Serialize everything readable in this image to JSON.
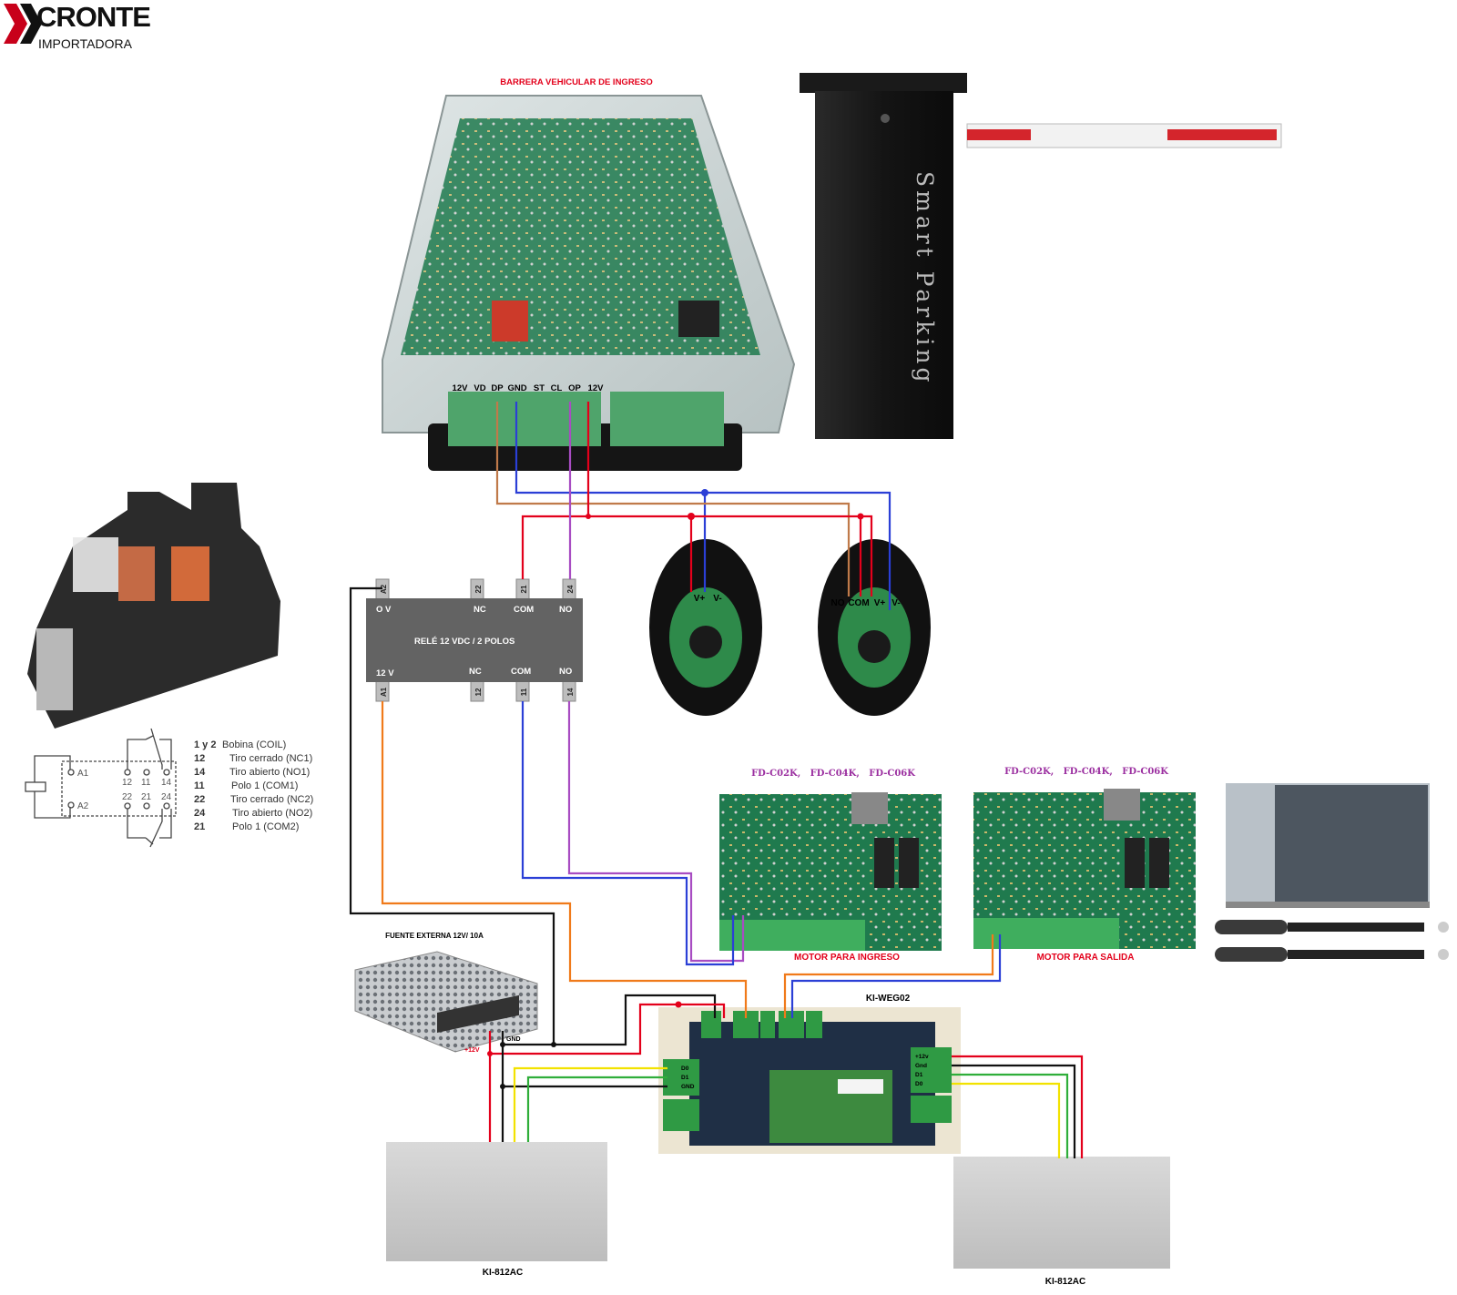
{
  "logo": {
    "brand": "CRONTE",
    "sub": "IMPORTADORA"
  },
  "barrier": {
    "title": "BARRERA VEHICULAR DE INGRESO",
    "cabinet_text": "Smart Parking",
    "terminals": [
      "12V",
      "VD",
      "DP",
      "GND",
      "ST",
      "CL",
      "OP",
      "12V"
    ]
  },
  "relay": {
    "title": "RELÉ 12 VDC / 2 POLOS",
    "top_pins": [
      "A2",
      "22",
      "21",
      "24"
    ],
    "bottom_pins": [
      "A1",
      "12",
      "11",
      "14"
    ],
    "top_labels": [
      "O V",
      "NC",
      "COM",
      "NO"
    ],
    "bottom_labels": [
      "12 V",
      "NC",
      "COM",
      "NO"
    ]
  },
  "relay_schematic": {
    "coil_labels": [
      "A1",
      "A2"
    ],
    "contacts_top": [
      "12",
      "11",
      "14"
    ],
    "contacts_bottom": [
      "22",
      "21",
      "24"
    ],
    "legend": [
      {
        "key": "1 y 2",
        "value": "Bobina (COIL)"
      },
      {
        "key": "12",
        "value": "Tiro cerrado (NC1)"
      },
      {
        "key": "14",
        "value": "Tiro abierto (NO1)"
      },
      {
        "key": "11",
        "value": "Polo 1 (COM1)"
      },
      {
        "key": "22",
        "value": "Tiro cerrado (NC2)"
      },
      {
        "key": "24",
        "value": "Tiro abierto (NO2)"
      },
      {
        "key": "21",
        "value": "Polo 1 (COM2)"
      }
    ]
  },
  "photocells": {
    "emitter": [
      "V+",
      "V-"
    ],
    "receiver": [
      "NO",
      "COM",
      "V+",
      "V-"
    ]
  },
  "motors": [
    {
      "models": "FD-C02K,   FD-C04K,   FD-C06K",
      "label": "MOTOR PARA INGRESO"
    },
    {
      "models": "FD-C02K,   FD-C04K,   FD-C06K",
      "label": "MOTOR PARA SALIDA"
    }
  ],
  "power_supply": {
    "title": "FUENTE EXTERNA 12V/ 10A",
    "plus": "+12V",
    "gnd": "GND"
  },
  "controller": {
    "name": "KI-WEG02",
    "left_terms": [
      "D0",
      "D1",
      "GND"
    ],
    "right_terms": [
      "+12v",
      "Gnd",
      "D1",
      "D0"
    ]
  },
  "readers": [
    {
      "name": "KI-812AC"
    },
    {
      "name": "KI-812AC"
    }
  ],
  "colors": {
    "red": "#e3001b",
    "blue": "#2b3fd6",
    "brown": "#c07a4a",
    "purple": "#a84cc2",
    "orange": "#f07a1a",
    "black": "#111111",
    "yellow": "#f2e200",
    "green": "#2fae3a",
    "motor_label": "#9b2fa0"
  }
}
